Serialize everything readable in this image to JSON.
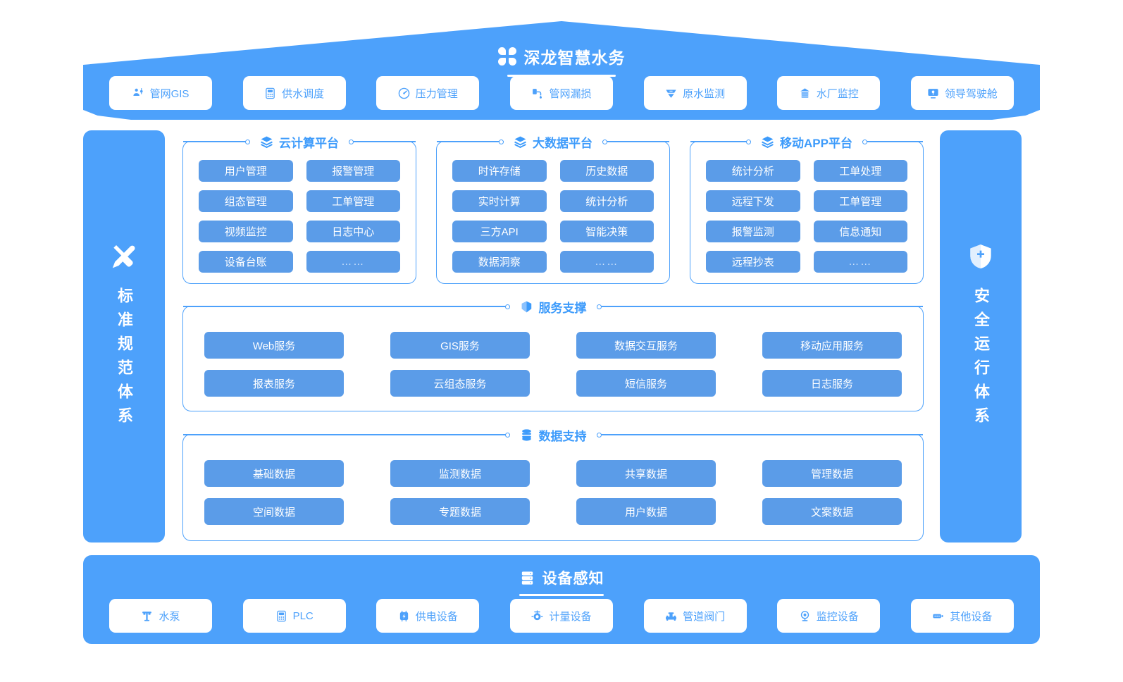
{
  "header": {
    "logo_icon": "clover-logo-icon",
    "title": "深龙智慧水务",
    "nav": [
      {
        "label": "管网GIS",
        "icon": "pipe-network-gis-icon"
      },
      {
        "label": "供水调度",
        "icon": "water-supply-dispatch-icon"
      },
      {
        "label": "压力管理",
        "icon": "pressure-gauge-icon"
      },
      {
        "label": "管网漏损",
        "icon": "pipe-leakage-icon"
      },
      {
        "label": "原水监测",
        "icon": "raw-water-monitor-icon"
      },
      {
        "label": "水厂监控",
        "icon": "waterworks-monitor-icon"
      },
      {
        "label": "领导驾驶舱",
        "icon": "leader-cockpit-icon"
      }
    ]
  },
  "left_pillar": {
    "icon": "ruler-pencil-icon",
    "label": "标准规范体系"
  },
  "right_pillar": {
    "icon": "shield-icon",
    "label": "安全运行体系"
  },
  "platforms": [
    {
      "title": "云计算平台",
      "icon": "layers-icon",
      "tiles": [
        "用户管理",
        "报警管理",
        "组态管理",
        "工单管理",
        "视频监控",
        "日志中心",
        "设备台账",
        "……"
      ]
    },
    {
      "title": "大数据平台",
      "icon": "layers-icon",
      "tiles": [
        "时许存储",
        "历史数据",
        "实时计算",
        "统计分析",
        "三方API",
        "智能决策",
        "数据洞察",
        "……"
      ]
    },
    {
      "title": "移动APP平台",
      "icon": "layers-icon",
      "tiles": [
        "统计分析",
        "工单处理",
        "远程下发",
        "工单管理",
        "报警监测",
        "信息通知",
        "远程抄表",
        "……"
      ]
    }
  ],
  "service_support": {
    "title": "服务支撑",
    "icon": "cube-icon",
    "tiles": [
      "Web服务",
      "GIS服务",
      "数据交互服务",
      "移动应用服务",
      "报表服务",
      "云组态服务",
      "短信服务",
      "日志服务"
    ]
  },
  "data_support": {
    "title": "数据支持",
    "icon": "database-icon",
    "tiles": [
      "基础数据",
      "监测数据",
      "共享数据",
      "管理数据",
      "空间数据",
      "专题数据",
      "用户数据",
      "文案数据"
    ]
  },
  "footer": {
    "title": "设备感知",
    "icon": "server-rack-icon",
    "nav": [
      {
        "label": "水泵",
        "icon": "water-pump-icon"
      },
      {
        "label": "PLC",
        "icon": "plc-icon"
      },
      {
        "label": "供电设备",
        "icon": "power-supply-icon"
      },
      {
        "label": "计量设备",
        "icon": "metering-device-icon"
      },
      {
        "label": "管道阀门",
        "icon": "pipe-valve-icon"
      },
      {
        "label": "监控设备",
        "icon": "camera-icon"
      },
      {
        "label": "其他设备",
        "icon": "other-device-icon"
      }
    ]
  },
  "colors": {
    "brand_blue": "#4da1fb",
    "tile_blue": "#5b9ce8",
    "white": "#ffffff",
    "title_blue": "#3d9bfb"
  }
}
